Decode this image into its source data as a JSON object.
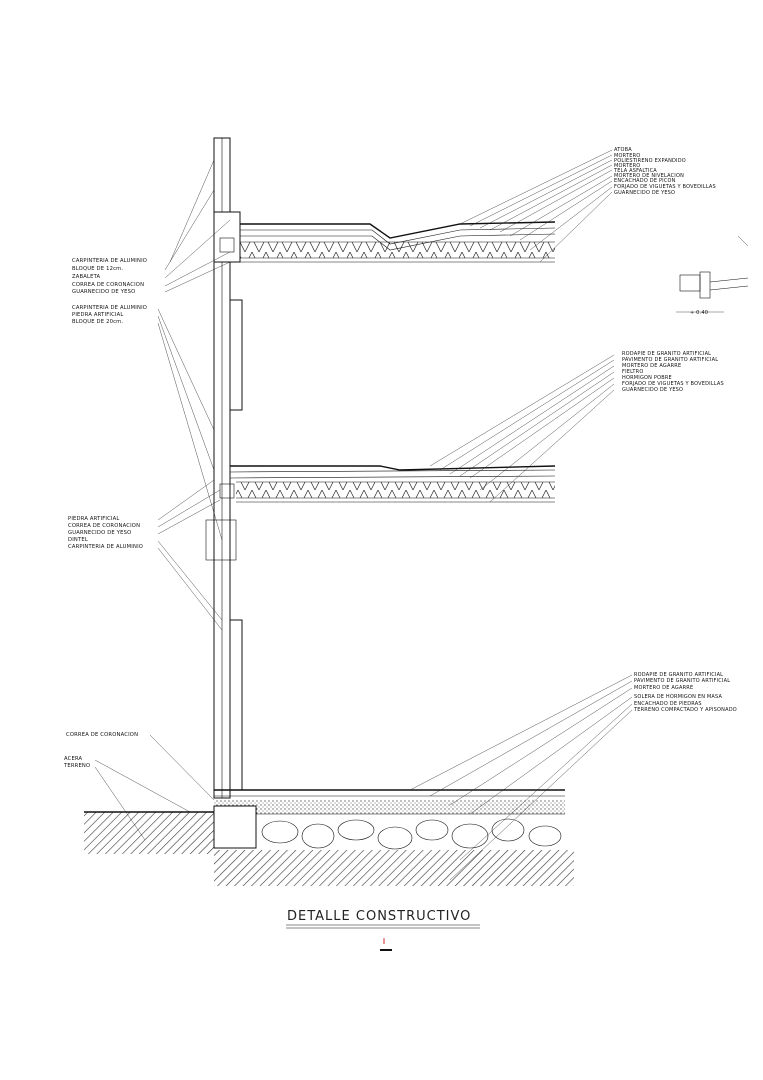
{
  "title": "DETALLE CONSTRUCTIVO",
  "labels_left_top": [
    "CARPINTERIA DE ALUMINIO",
    "BLOQUE DE 12cm.",
    "ZABALETA",
    "CORREA DE CORONACION",
    "GUARNECIDO DE YESO"
  ],
  "labels_left_mid": [
    "CARPINTERIA DE ALUMINIO",
    "PIEDRA ARTIFICIAL",
    "BLOQUE DE 20cm."
  ],
  "labels_left_lower": [
    "PIEDRA ARTIFICIAL",
    "CORREA DE CORONACION",
    "GUARNECIDO DE YESO",
    "DINTEL",
    "CARPINTERIA DE ALUMINIO"
  ],
  "labels_left_ground": [
    "CORREA DE CORONACION",
    "ACERA",
    "TERRENO"
  ],
  "labels_roof": [
    "ATOBA",
    "MORTERO",
    "POLIESTIRENO EXPANDIDO",
    "MORTERO",
    "TELA ASFALTICA",
    "MORTERO DE NIVELACION",
    "ENCACHADO DE PICON",
    "FORJADO DE VIGUETAS Y BOVEDILLAS",
    "GUARNECIDO DE YESO"
  ],
  "labels_floor": [
    "RODAPIE DE GRANITO ARTIFICIAL",
    "PAVIMENTO DE GRANITO ARTIFICIAL",
    "MORTERO DE AGARRE",
    "FIELTRO",
    "HORMIGON POBRE",
    "FORJADO DE VIGUETAS Y BOVEDILLAS",
    "GUARNECIDO DE YESO"
  ],
  "labels_ground": [
    "RODAPIE DE GRANITO ARTIFICIAL",
    "PAVIMENTO DE GRANITO ARTIFICIAL",
    "MORTERO DE AGARRE",
    "SOLERA DE HORMIGON EN MASA",
    "ENCACHADO DE PIEDRAS",
    "TERRENO COMPACTADO Y APISONADO"
  ],
  "small_detail_label": "+ 0.40"
}
